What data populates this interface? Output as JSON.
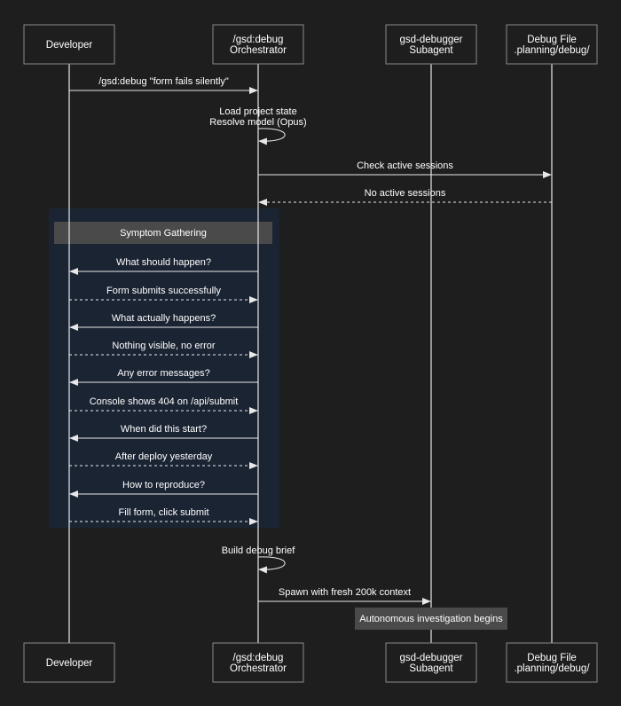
{
  "participants": [
    {
      "id": "dev",
      "lines": [
        "Developer"
      ]
    },
    {
      "id": "orch",
      "lines": [
        "/gsd:debug",
        "Orchestrator"
      ]
    },
    {
      "id": "sub",
      "lines": [
        "gsd-debugger",
        "Subagent"
      ]
    },
    {
      "id": "file",
      "lines": [
        "Debug File",
        ".planning/debug/"
      ]
    }
  ],
  "group": {
    "label": "Symptom Gathering",
    "background": "#1b2433",
    "header_color": "#4a4a4a"
  },
  "messages": [
    {
      "from": "dev",
      "to": "orch",
      "text": "/gsd:debug \"form fails silently\"",
      "style": "solid"
    },
    {
      "from": "orch",
      "to": "orch",
      "text": [
        "Load project state",
        "Resolve model (Opus)"
      ],
      "style": "solid"
    },
    {
      "from": "orch",
      "to": "file",
      "text": "Check active sessions",
      "style": "solid"
    },
    {
      "from": "file",
      "to": "orch",
      "text": "No active sessions",
      "style": "dashed"
    },
    {
      "from": "orch",
      "to": "dev",
      "text": "What should happen?",
      "style": "solid",
      "group": true
    },
    {
      "from": "dev",
      "to": "orch",
      "text": "Form submits successfully",
      "style": "dashed",
      "group": true
    },
    {
      "from": "orch",
      "to": "dev",
      "text": "What actually happens?",
      "style": "solid",
      "group": true
    },
    {
      "from": "dev",
      "to": "orch",
      "text": "Nothing visible, no error",
      "style": "dashed",
      "group": true
    },
    {
      "from": "orch",
      "to": "dev",
      "text": "Any error messages?",
      "style": "solid",
      "group": true
    },
    {
      "from": "dev",
      "to": "orch",
      "text": "Console shows 404 on /api/submit",
      "style": "dashed",
      "group": true
    },
    {
      "from": "orch",
      "to": "dev",
      "text": "When did this start?",
      "style": "solid",
      "group": true
    },
    {
      "from": "dev",
      "to": "orch",
      "text": "After deploy yesterday",
      "style": "dashed",
      "group": true
    },
    {
      "from": "orch",
      "to": "dev",
      "text": "How to reproduce?",
      "style": "solid",
      "group": true
    },
    {
      "from": "dev",
      "to": "orch",
      "text": "Fill form, click submit",
      "style": "dashed",
      "group": true
    },
    {
      "from": "orch",
      "to": "orch",
      "text": [
        "Build debug brief"
      ],
      "style": "solid"
    },
    {
      "from": "orch",
      "to": "sub",
      "text": "Spawn with fresh 200k context",
      "style": "solid"
    }
  ],
  "note": {
    "over": "sub",
    "text": "Autonomous investigation begins",
    "background": "#4a4a4a"
  },
  "colors": {
    "background": "#1e1e1e",
    "line": "#e8e8e8",
    "box_border": "#8a8a8a",
    "text": "#ffffff"
  }
}
